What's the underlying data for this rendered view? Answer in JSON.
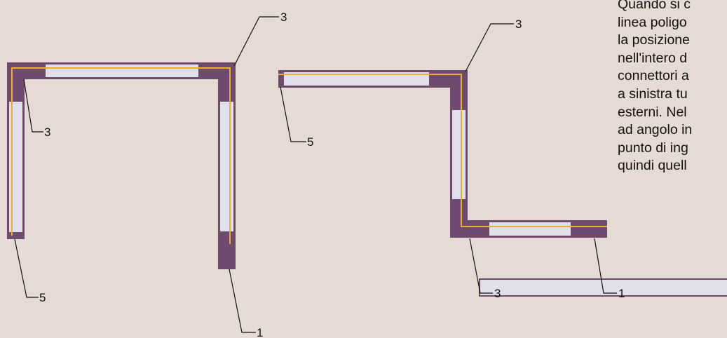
{
  "colors": {
    "background": "#e5dbd4",
    "connector": "#6e4b6e",
    "profile_fill": "#dfe0ea",
    "cable": "#e8b02c",
    "text": "#111111"
  },
  "callouts": {
    "left_top": "3",
    "left_inner": "3",
    "left_bottom": "5",
    "left_right": "1",
    "mid_top": "3",
    "mid_left": "5",
    "bottom_left": "3",
    "bottom_right": "1"
  },
  "side_text": [
    "Quando si c",
    "linea poligo",
    "la posizione",
    "nell'intero d",
    "connettori a",
    "a sinistra tu",
    "esterni. Nel",
    "ad angolo in",
    "punto di ing",
    "quindi quell"
  ]
}
